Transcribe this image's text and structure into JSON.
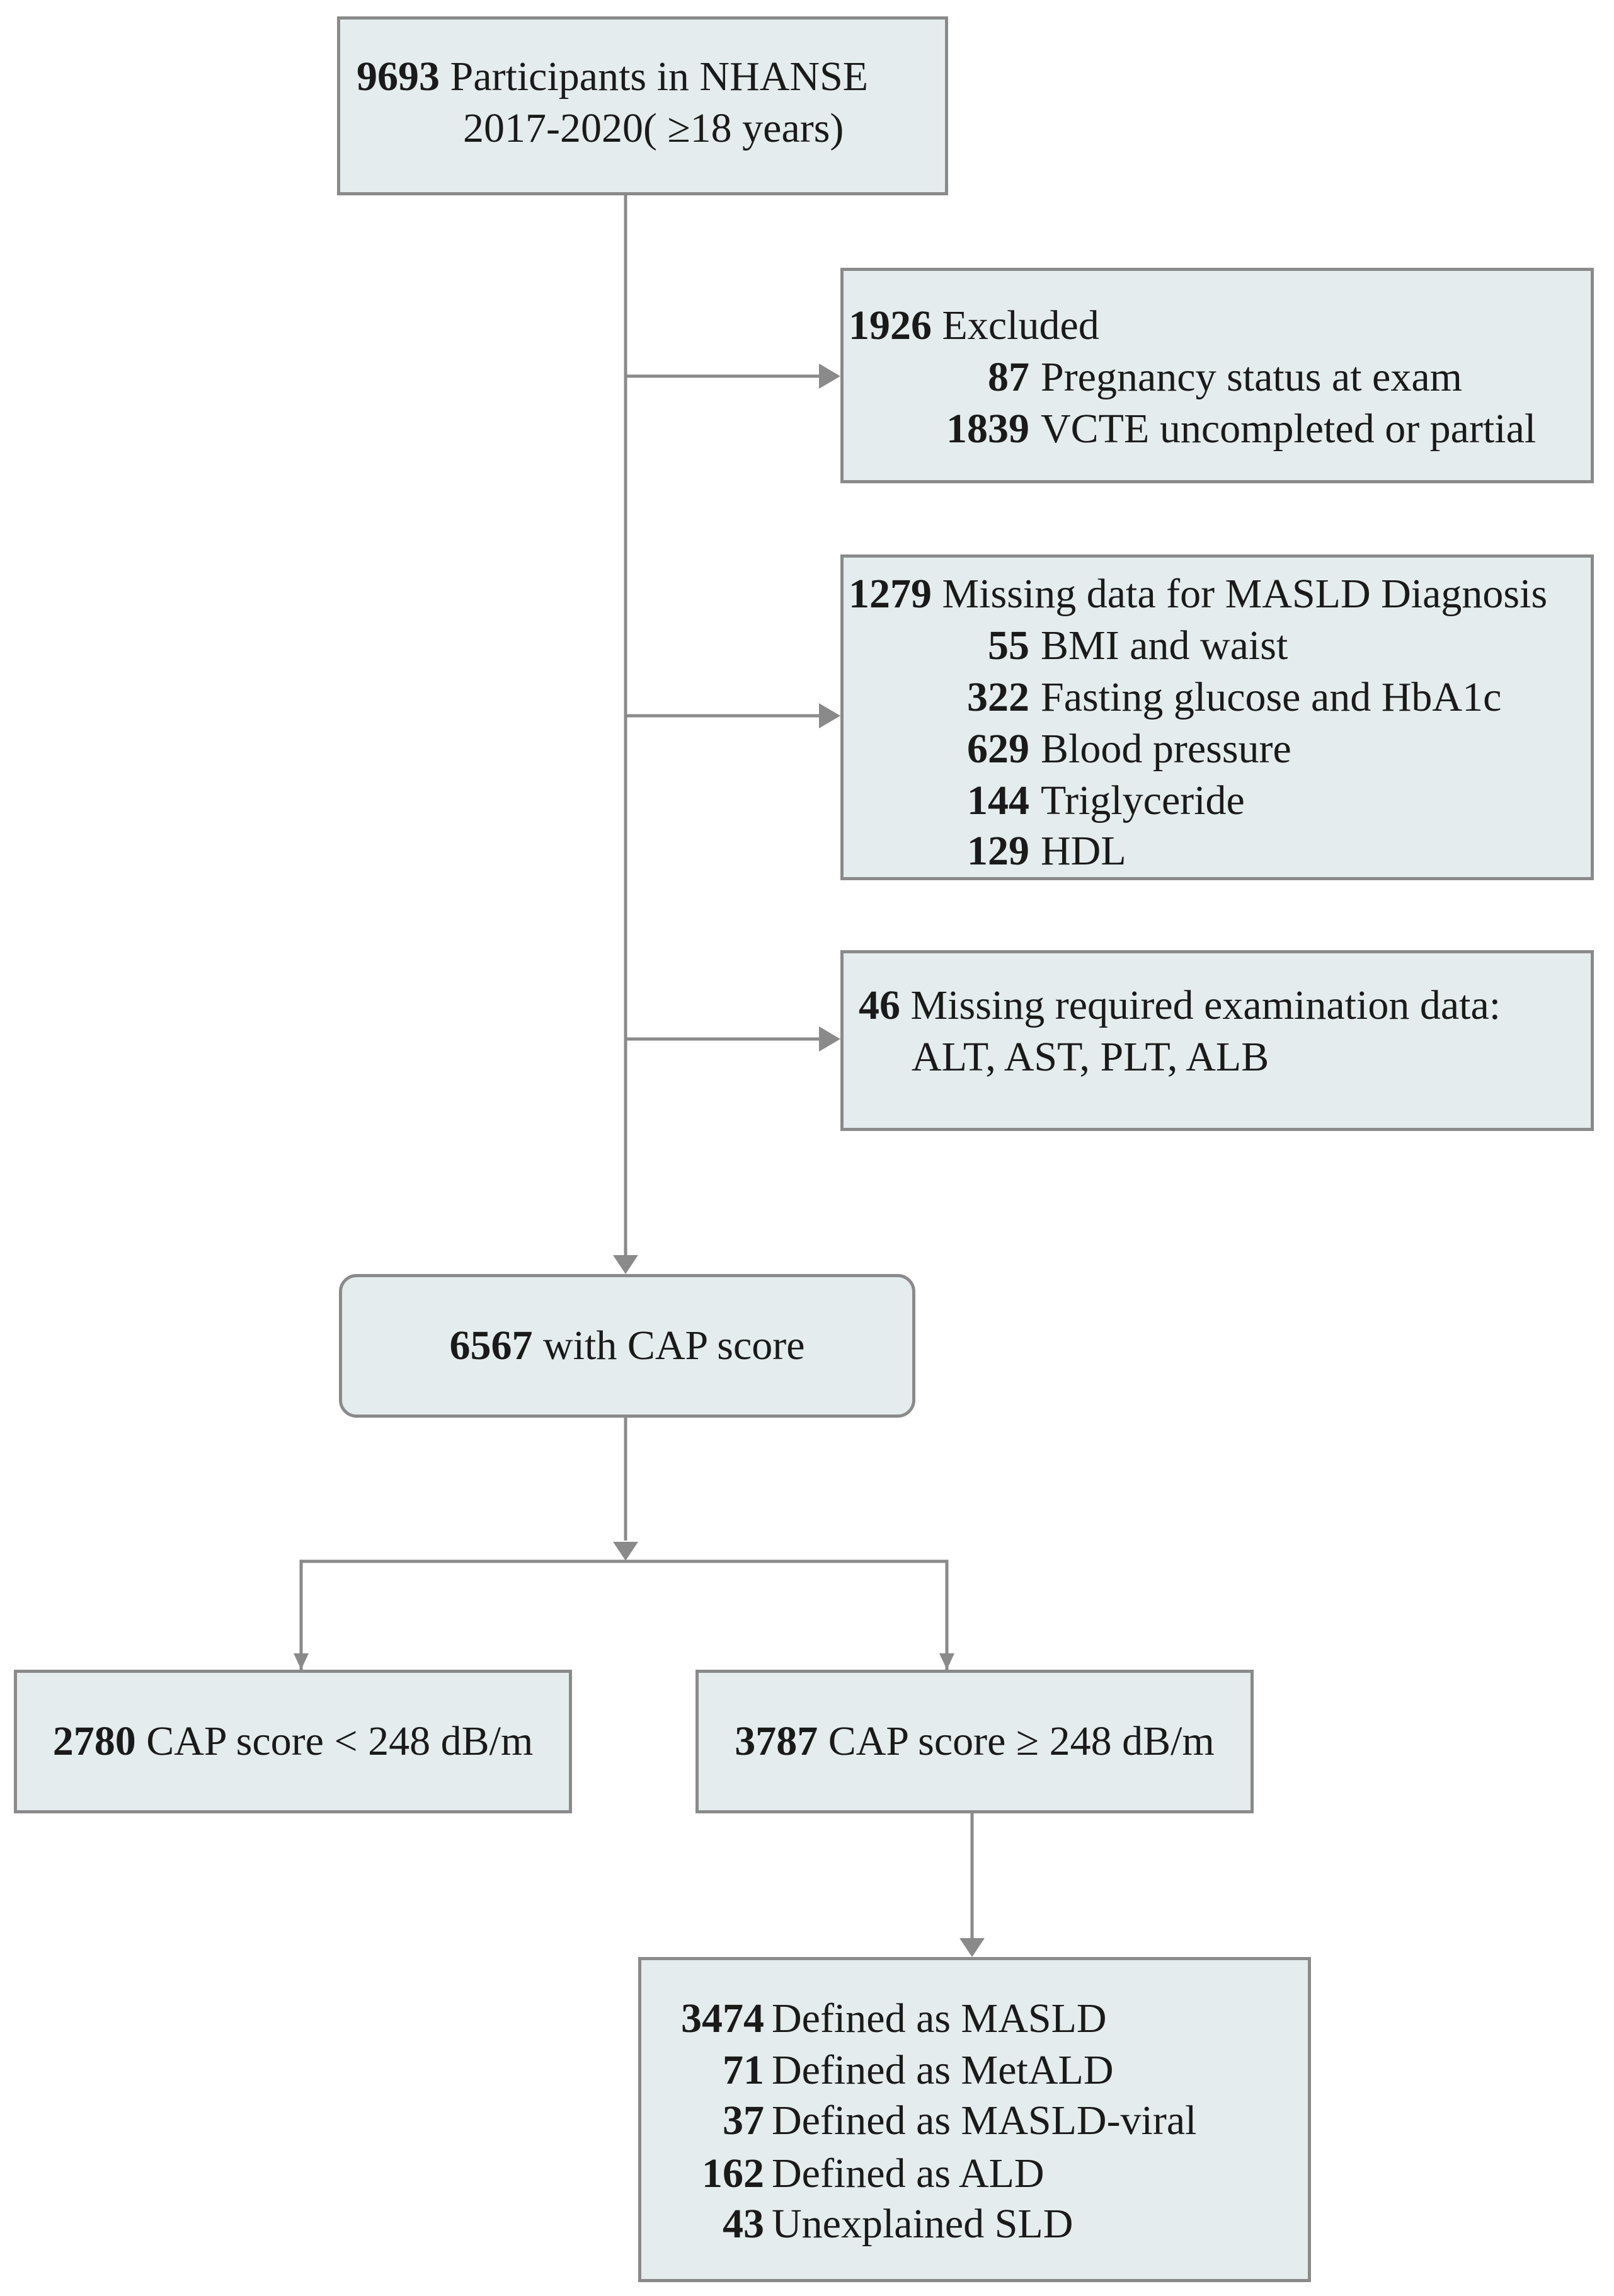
{
  "colors": {
    "box_fill": "#e4eced",
    "box_border": "#8a8a8a",
    "arrow": "#8a8a8a",
    "text": "#1a1a1a"
  },
  "start": {
    "count": "9693",
    "label": "Participants in NHANSE",
    "label2": "2017-2020( ≥18 years)"
  },
  "excluded": {
    "count": "1926",
    "label": "Excluded",
    "items": [
      {
        "count": "87",
        "label": "Pregnancy status at exam"
      },
      {
        "count": "1839",
        "label": "VCTE  uncompleted or partial"
      }
    ]
  },
  "missing_masld": {
    "count": "1279",
    "label": "Missing data for MASLD Diagnosis",
    "items": [
      {
        "count": "55",
        "label": "BMI and waist"
      },
      {
        "count": "322",
        "label": "Fasting glucose and HbA1c"
      },
      {
        "count": "629",
        "label": "Blood pressure"
      },
      {
        "count": "144",
        "label": "Triglyceride"
      },
      {
        "count": "129",
        "label": "HDL"
      }
    ]
  },
  "missing_exam": {
    "count": "46",
    "label": "Missing required examination data:",
    "label2": "ALT, AST, PLT, ALB"
  },
  "cap": {
    "count": "6567",
    "label": "with CAP score"
  },
  "cap_low": {
    "count": "2780",
    "label": "CAP score < 248 dB/m"
  },
  "cap_high": {
    "count": "3787",
    "label": "CAP score ≥ 248 dB/m"
  },
  "definitions": {
    "items": [
      {
        "count": "3474",
        "label": "Defined as MASLD"
      },
      {
        "count": "71",
        "label": "Defined as MetALD"
      },
      {
        "count": "37",
        "label": "Defined as MASLD-viral"
      },
      {
        "count": "162",
        "label": "Defined as ALD"
      },
      {
        "count": "43",
        "label": "Unexplained SLD"
      }
    ]
  }
}
